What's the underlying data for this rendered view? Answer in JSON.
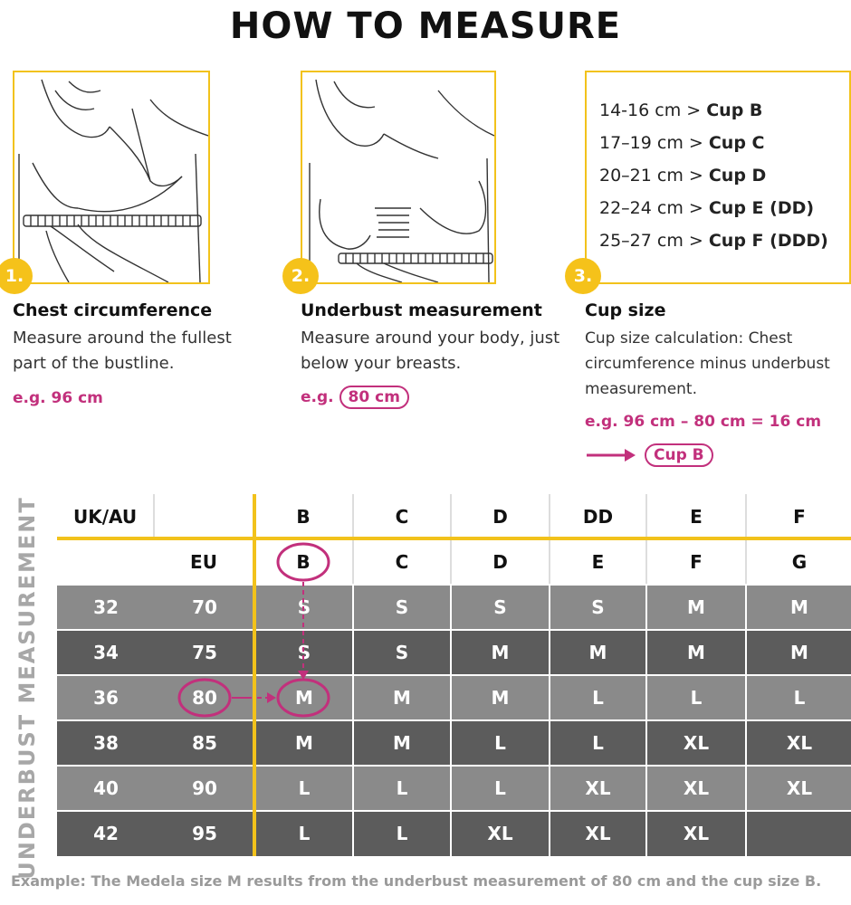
{
  "title": "HOW TO MEASURE",
  "steps": [
    {
      "number": "1.",
      "title": "Chest circumference",
      "description": "Measure around the fullest part of the bustline.",
      "example": "e.g. 96 cm"
    },
    {
      "number": "2.",
      "title": "Underbust measurement",
      "description": "Measure around your body, just below your breasts.",
      "example_prefix": "e.g.",
      "example_value": "80 cm"
    },
    {
      "number": "3.",
      "title": "Cup size",
      "description": "Cup size calculation: Chest circumference minus underbust measurement.",
      "example": "e.g. 96 cm – 80 cm = 16 cm",
      "result": "Cup B"
    }
  ],
  "cup_table": [
    {
      "range": "14-16 cm >",
      "cup": "Cup B"
    },
    {
      "range": "17–19 cm >",
      "cup": "Cup C"
    },
    {
      "range": "20–21 cm >",
      "cup": "Cup D"
    },
    {
      "range": "22–24 cm >",
      "cup": "Cup E (DD)"
    },
    {
      "range": "25–27 cm >",
      "cup": "Cup F (DDD)"
    }
  ],
  "vertical_label": "UNDERBUST MEASUREMENT",
  "size_table": {
    "header_uk_label": "UK/AU",
    "header_eu_label": "EU",
    "uk_cups": [
      "B",
      "C",
      "D",
      "DD",
      "E",
      "F"
    ],
    "eu_cups": [
      "B",
      "C",
      "D",
      "E",
      "F",
      "G"
    ],
    "rows": [
      {
        "uk": "32",
        "eu": "70",
        "sizes": [
          "S",
          "S",
          "S",
          "S",
          "M",
          "M"
        ]
      },
      {
        "uk": "34",
        "eu": "75",
        "sizes": [
          "S",
          "S",
          "M",
          "M",
          "M",
          "M"
        ]
      },
      {
        "uk": "36",
        "eu": "80",
        "sizes": [
          "M",
          "M",
          "M",
          "L",
          "L",
          "L"
        ]
      },
      {
        "uk": "38",
        "eu": "85",
        "sizes": [
          "M",
          "M",
          "L",
          "L",
          "XL",
          "XL"
        ]
      },
      {
        "uk": "40",
        "eu": "90",
        "sizes": [
          "L",
          "L",
          "L",
          "XL",
          "XL",
          "XL"
        ]
      },
      {
        "uk": "42",
        "eu": "95",
        "sizes": [
          "L",
          "L",
          "XL",
          "XL",
          "XL",
          ""
        ]
      }
    ]
  },
  "footer": "Example: The Medela size M results from the underbust measurement of 80 cm and the cup size B.",
  "colors": {
    "accent_yellow": "#f2c21b",
    "highlight_magenta": "#c2307c",
    "row_light": "#8a8a8a",
    "row_dark": "#5c5c5c"
  }
}
